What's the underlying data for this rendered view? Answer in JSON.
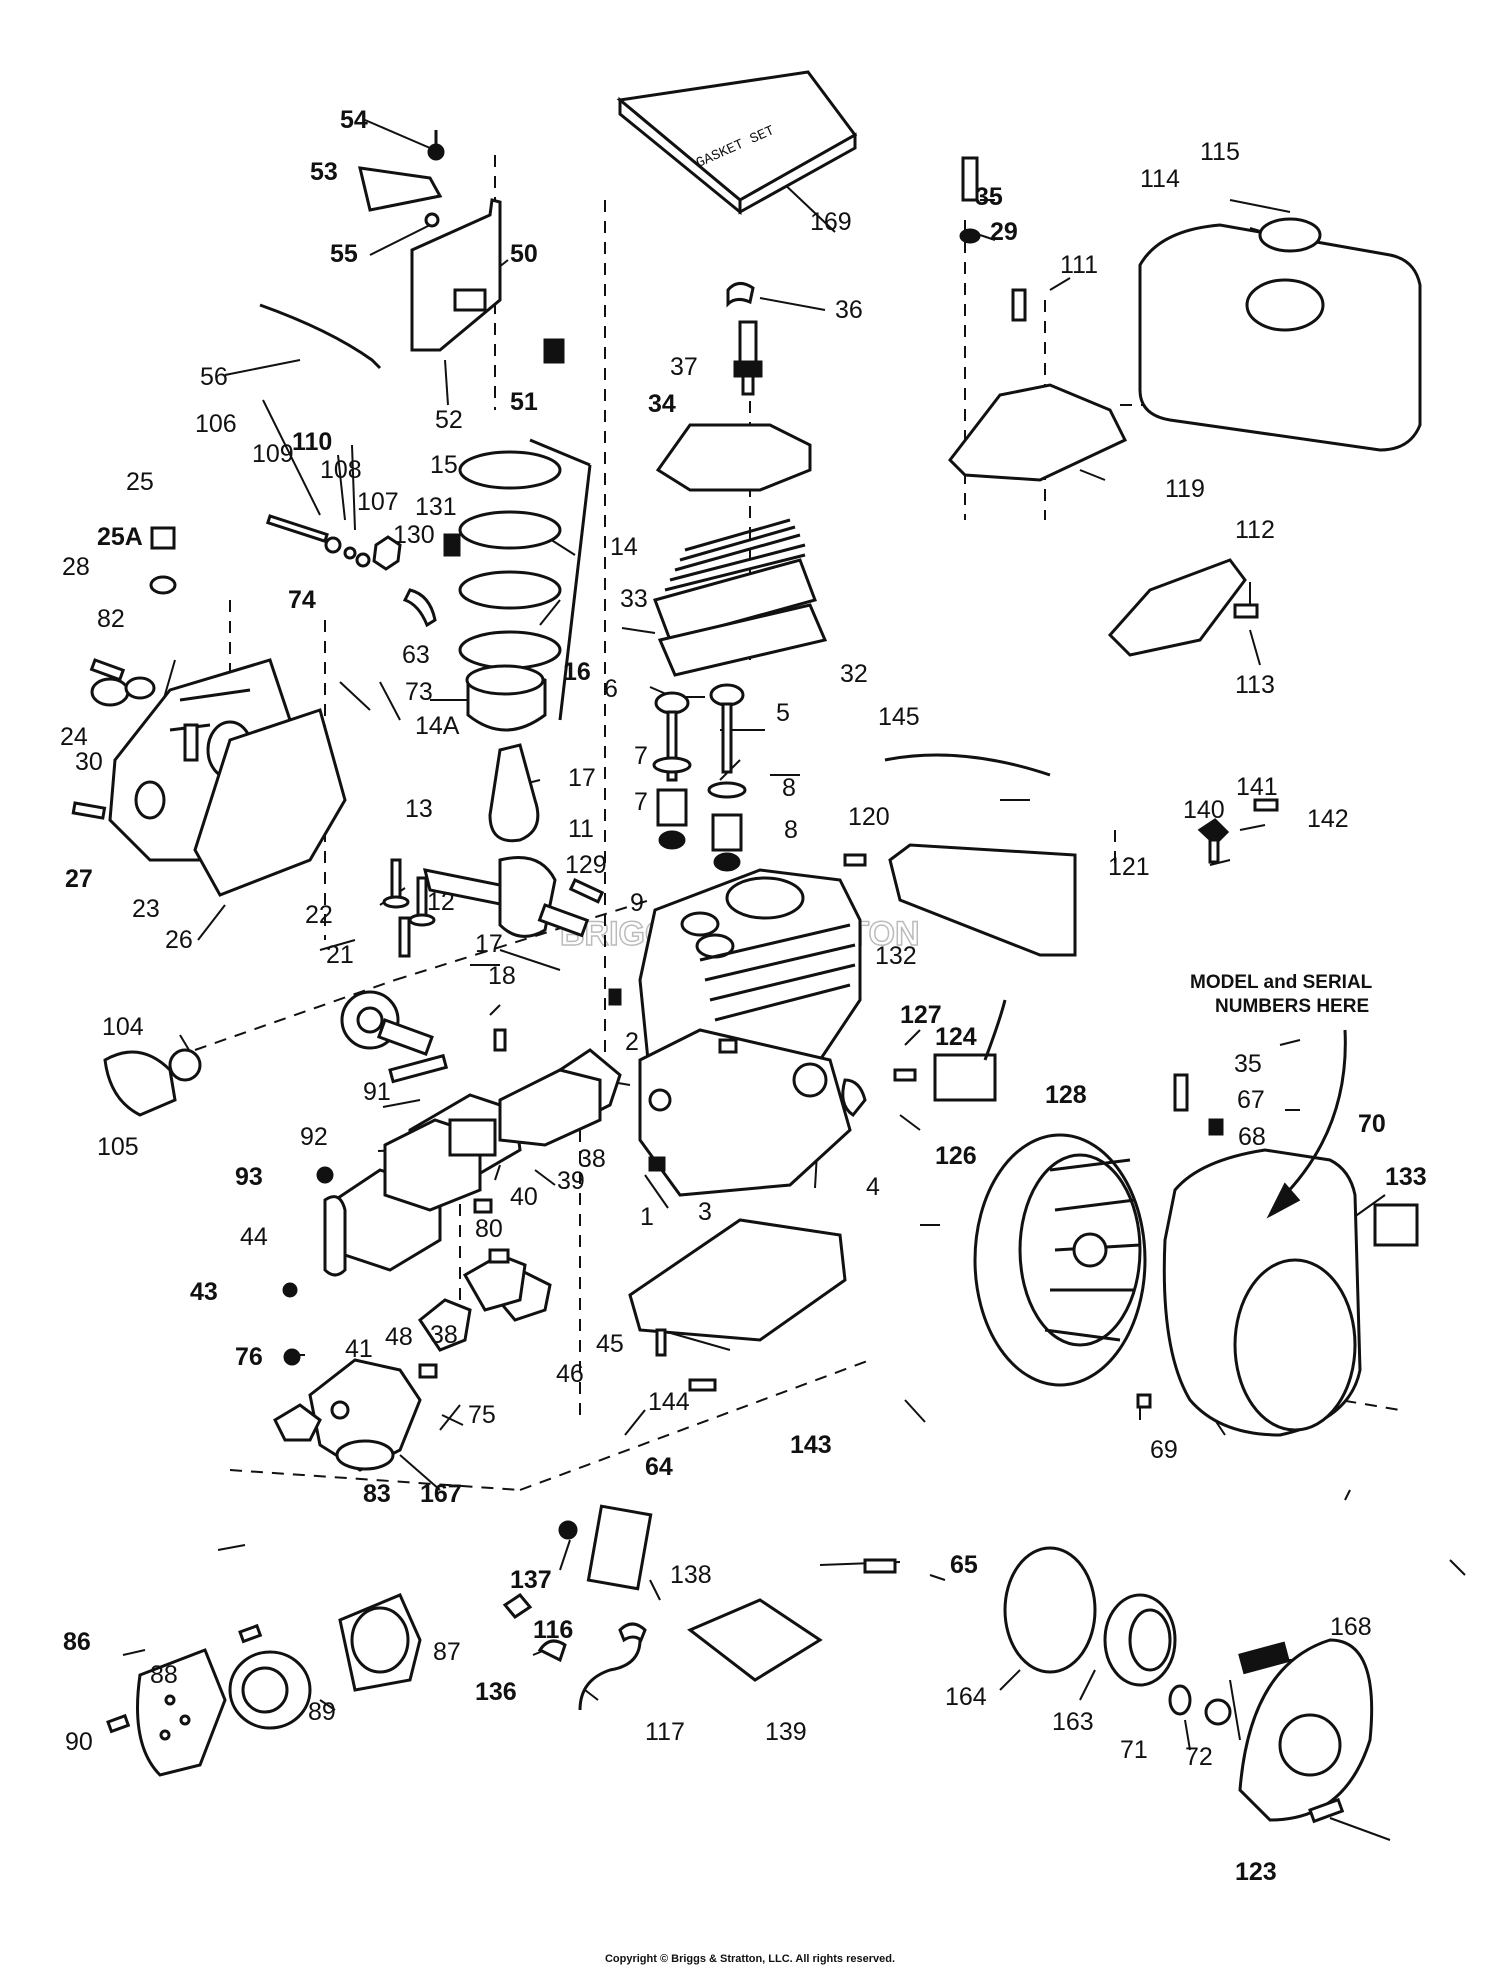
{
  "gasket_set_text": "GASKET SET",
  "model_note": [
    "MODEL and SERIAL",
    "NUMBERS HERE"
  ],
  "watermark": "BRIGGS & STRATTON",
  "copyright": "Copyright © Briggs & Stratton, LLC. All rights reserved.",
  "callouts": [
    {
      "text": "54",
      "bold": true
    },
    {
      "text": "53",
      "bold": true
    },
    {
      "text": "55",
      "bold": true
    },
    {
      "text": "50",
      "bold": true
    },
    {
      "text": "51",
      "bold": true
    },
    {
      "text": "52",
      "bold": false
    },
    {
      "text": "56",
      "bold": false
    },
    {
      "text": "169",
      "bold": false
    },
    {
      "text": "36",
      "bold": false
    },
    {
      "text": "37",
      "bold": false
    },
    {
      "text": "34",
      "bold": true
    },
    {
      "text": "35",
      "bold": true
    },
    {
      "text": "29",
      "bold": true
    },
    {
      "text": "111",
      "bold": false
    },
    {
      "text": "115",
      "bold": false
    },
    {
      "text": "114",
      "bold": false
    },
    {
      "text": "119",
      "bold": false
    },
    {
      "text": "112",
      "bold": false
    },
    {
      "text": "113",
      "bold": false
    },
    {
      "text": "106",
      "bold": false
    },
    {
      "text": "109",
      "bold": false
    },
    {
      "text": "110",
      "bold": true
    },
    {
      "text": "108",
      "bold": false
    },
    {
      "text": "107",
      "bold": false
    },
    {
      "text": "15",
      "bold": false
    },
    {
      "text": "131",
      "bold": false
    },
    {
      "text": "130",
      "bold": false
    },
    {
      "text": "14",
      "bold": false
    },
    {
      "text": "25",
      "bold": false
    },
    {
      "text": "25A",
      "bold": true
    },
    {
      "text": "28",
      "bold": false
    },
    {
      "text": "82",
      "bold": false
    },
    {
      "text": "74",
      "bold": true
    },
    {
      "text": "63",
      "bold": false
    },
    {
      "text": "73",
      "bold": false
    },
    {
      "text": "16",
      "bold": true
    },
    {
      "text": "14A",
      "bold": false
    },
    {
      "text": "33",
      "bold": false
    },
    {
      "text": "32",
      "bold": false
    },
    {
      "text": "6",
      "bold": false
    },
    {
      "text": "5",
      "bold": false
    },
    {
      "text": "7",
      "bold": false
    },
    {
      "text": "8",
      "bold": false
    },
    {
      "text": "7",
      "bold": false
    },
    {
      "text": "8",
      "bold": false
    },
    {
      "text": "9",
      "bold": false
    },
    {
      "text": "145",
      "bold": false
    },
    {
      "text": "120",
      "bold": false
    },
    {
      "text": "140",
      "bold": false
    },
    {
      "text": "141",
      "bold": false
    },
    {
      "text": "142",
      "bold": false
    },
    {
      "text": "121",
      "bold": false
    },
    {
      "text": "24",
      "bold": false
    },
    {
      "text": "30",
      "bold": false
    },
    {
      "text": "27",
      "bold": true
    },
    {
      "text": "23",
      "bold": false
    },
    {
      "text": "26",
      "bold": false
    },
    {
      "text": "17",
      "bold": false
    },
    {
      "text": "13",
      "bold": false
    },
    {
      "text": "11",
      "bold": false
    },
    {
      "text": "129",
      "bold": false
    },
    {
      "text": "22",
      "bold": false
    },
    {
      "text": "12",
      "bold": false
    },
    {
      "text": "17",
      "bold": false
    },
    {
      "text": "18",
      "bold": false
    },
    {
      "text": "21",
      "bold": false
    },
    {
      "text": "132",
      "bold": false
    },
    {
      "text": "104",
      "bold": false
    },
    {
      "text": "105",
      "bold": false
    },
    {
      "text": "2",
      "bold": false
    },
    {
      "text": "127",
      "bold": true
    },
    {
      "text": "124",
      "bold": true
    },
    {
      "text": "35",
      "bold": false
    },
    {
      "text": "67",
      "bold": false
    },
    {
      "text": "68",
      "bold": false
    },
    {
      "text": "91",
      "bold": false
    },
    {
      "text": "92",
      "bold": false
    },
    {
      "text": "93",
      "bold": true
    },
    {
      "text": "38",
      "bold": false
    },
    {
      "text": "39",
      "bold": false
    },
    {
      "text": "40",
      "bold": false
    },
    {
      "text": "3",
      "bold": false
    },
    {
      "text": "1",
      "bold": false
    },
    {
      "text": "4",
      "bold": false
    },
    {
      "text": "126",
      "bold": true
    },
    {
      "text": "128",
      "bold": true
    },
    {
      "text": "70",
      "bold": true
    },
    {
      "text": "133",
      "bold": true
    },
    {
      "text": "44",
      "bold": false
    },
    {
      "text": "43",
      "bold": true
    },
    {
      "text": "41",
      "bold": false
    },
    {
      "text": "48",
      "bold": false
    },
    {
      "text": "38",
      "bold": false
    },
    {
      "text": "80",
      "bold": false
    },
    {
      "text": "45",
      "bold": false
    },
    {
      "text": "46",
      "bold": false
    },
    {
      "text": "76",
      "bold": true
    },
    {
      "text": "75",
      "bold": false
    },
    {
      "text": "144",
      "bold": false
    },
    {
      "text": "143",
      "bold": true
    },
    {
      "text": "69",
      "bold": false
    },
    {
      "text": "64",
      "bold": true
    },
    {
      "text": "83",
      "bold": true
    },
    {
      "text": "167",
      "bold": true
    },
    {
      "text": "137",
      "bold": true
    },
    {
      "text": "138",
      "bold": false
    },
    {
      "text": "65",
      "bold": true
    },
    {
      "text": "88",
      "bold": false
    },
    {
      "text": "87",
      "bold": false
    },
    {
      "text": "116",
      "bold": true
    },
    {
      "text": "136",
      "bold": true
    },
    {
      "text": "117",
      "bold": false
    },
    {
      "text": "139",
      "bold": false
    },
    {
      "text": "86",
      "bold": true
    },
    {
      "text": "89",
      "bold": false
    },
    {
      "text": "90",
      "bold": false
    },
    {
      "text": "164",
      "bold": false
    },
    {
      "text": "163",
      "bold": false
    },
    {
      "text": "71",
      "bold": false
    },
    {
      "text": "72",
      "bold": false
    },
    {
      "text": "168",
      "bold": false
    },
    {
      "text": "123",
      "bold": true
    }
  ]
}
